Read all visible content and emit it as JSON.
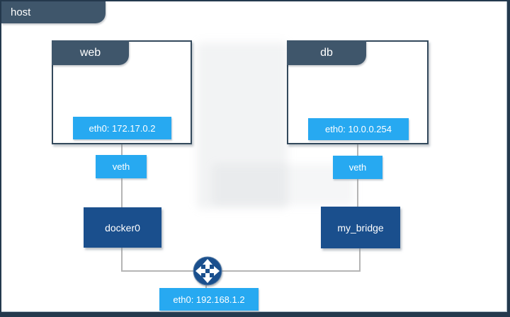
{
  "host": {
    "label": "host",
    "interface_label": "eth0: 192.168.1.2"
  },
  "containers": [
    {
      "name": "web",
      "interface_label": "eth0: 172.17.0.2",
      "veth_label": "veth",
      "bridge_label": "docker0"
    },
    {
      "name": "db",
      "interface_label": "eth0: 10.0.0.254",
      "veth_label": "veth",
      "bridge_label": "my_bridge"
    }
  ],
  "icons": {
    "router": "router-arrows-icon"
  },
  "colors": {
    "tab_slate": "#3F566B",
    "bright_blue": "#27A9F1",
    "navy": "#1A4F8D",
    "box_border": "#33495C",
    "connector_gray": "#b5b5b5",
    "outer_dark": "#24394D"
  }
}
